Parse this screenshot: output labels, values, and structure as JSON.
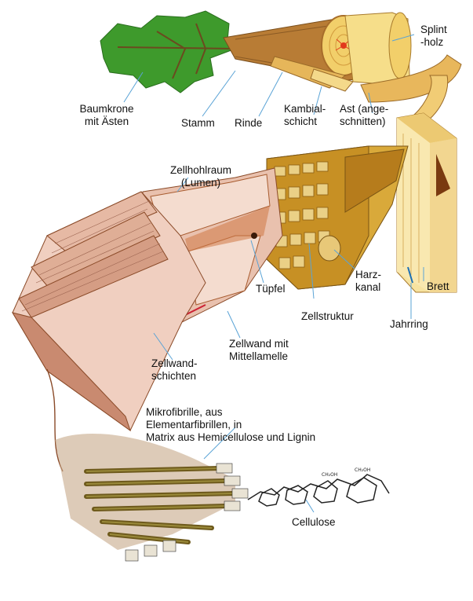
{
  "labels": {
    "baumkrone": "Baumkrone\nmit Ästen",
    "stamm": "Stamm",
    "rinde": "Rinde",
    "kambialschicht": "Kambial-\nschicht",
    "ast": "Ast (ange-\nschnitten)",
    "splintholz": "Splint\n-holz",
    "zellhohlraum": "Zellhohlraum\n(Lumen)",
    "tuepfel": "Tüpfel",
    "zellstruktur": "Zellstruktur",
    "harzkanal": "Harz-\nkanal",
    "brett": "Brett",
    "jahrring": "Jahrring",
    "zellwand_mittellamelle": "Zellwand mit\nMittellamelle",
    "zellwandschichten": "Zellwand-\nschichten",
    "mikrofibrille": "Mikrofibrille, aus\nElementarfibrillen, in\nMatrix aus Hemicellulose und Lignin",
    "cellulose": "Cellulose"
  },
  "colors": {
    "leaf": "#3e9a2c",
    "bark": "#b87c35",
    "wood": "#f2cf6a",
    "pith": "#e23a1c",
    "cell": "#f0cfc0",
    "leader": "#5aa3d6"
  }
}
